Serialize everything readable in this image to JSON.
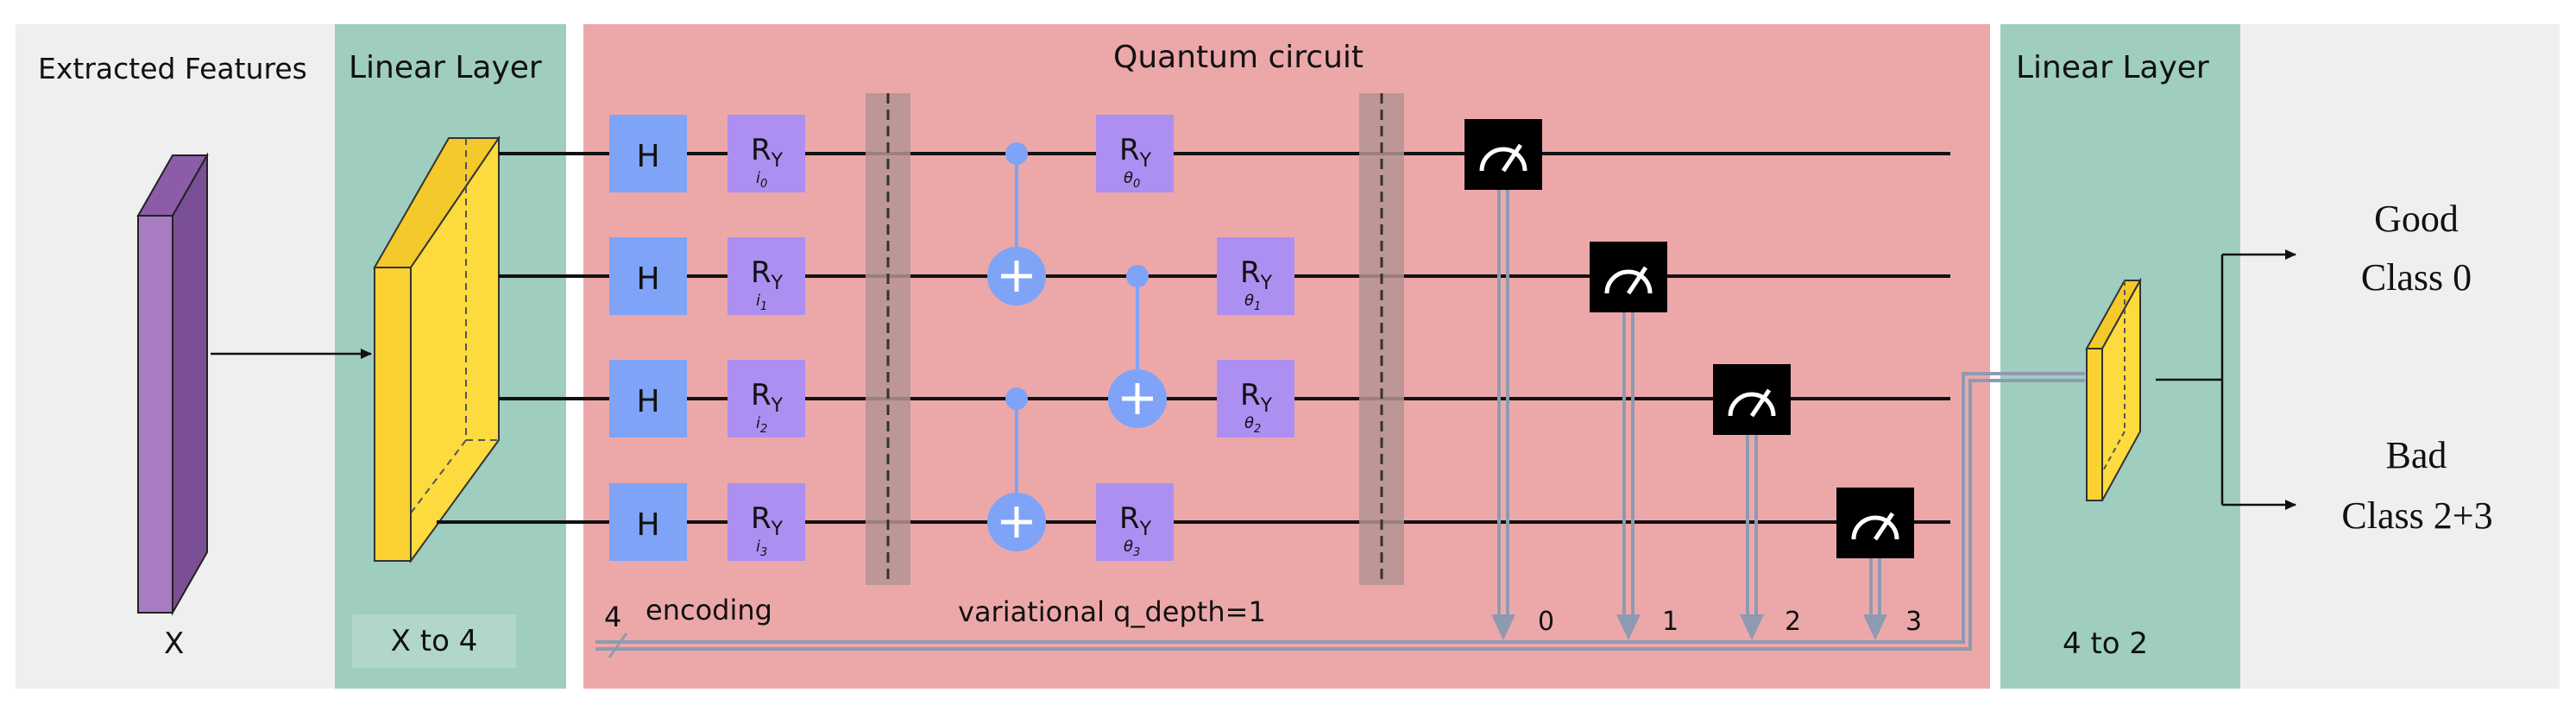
{
  "panels": {
    "features_title": "Extracted Features",
    "features_var": "X",
    "linear1_title": "Linear Layer",
    "linear1_caption": "X to 4",
    "circuit_title": "Quantum circuit",
    "linear2_title": "Linear Layer",
    "linear2_caption": "4 to 2"
  },
  "circuit": {
    "hadamard": "H",
    "ry": "R",
    "ry_sub": "Y",
    "encoding_params": [
      "i",
      "i",
      "i",
      "i"
    ],
    "encoding_idx": [
      "0",
      "1",
      "2",
      "3"
    ],
    "variational_params": [
      "θ",
      "θ",
      "θ",
      "θ"
    ],
    "variational_idx": [
      "0",
      "1",
      "2",
      "3"
    ],
    "encoding_label": "encoding",
    "variational_label": "variational q_depth=1",
    "register_size": "4",
    "classical_bits": [
      "0",
      "1",
      "2",
      "3"
    ]
  },
  "outputs": [
    {
      "line1": "Good",
      "line2": "Class 0"
    },
    {
      "line1": "Bad",
      "line2": "Class 2+3"
    }
  ],
  "colors": {
    "gray_panel": "#efefef",
    "teal_panel": "#9fcdbf",
    "circuit_panel": "#eca8a9",
    "hadamard": "#7ea3f7",
    "ry_gate": "#ad8ff2",
    "cnot": "#7ea3f7",
    "barrier": "#b59393",
    "measure": "#000000",
    "classical": "#8e9ab0",
    "yellow": "#fdda3e",
    "purple": "#a77cc0"
  }
}
